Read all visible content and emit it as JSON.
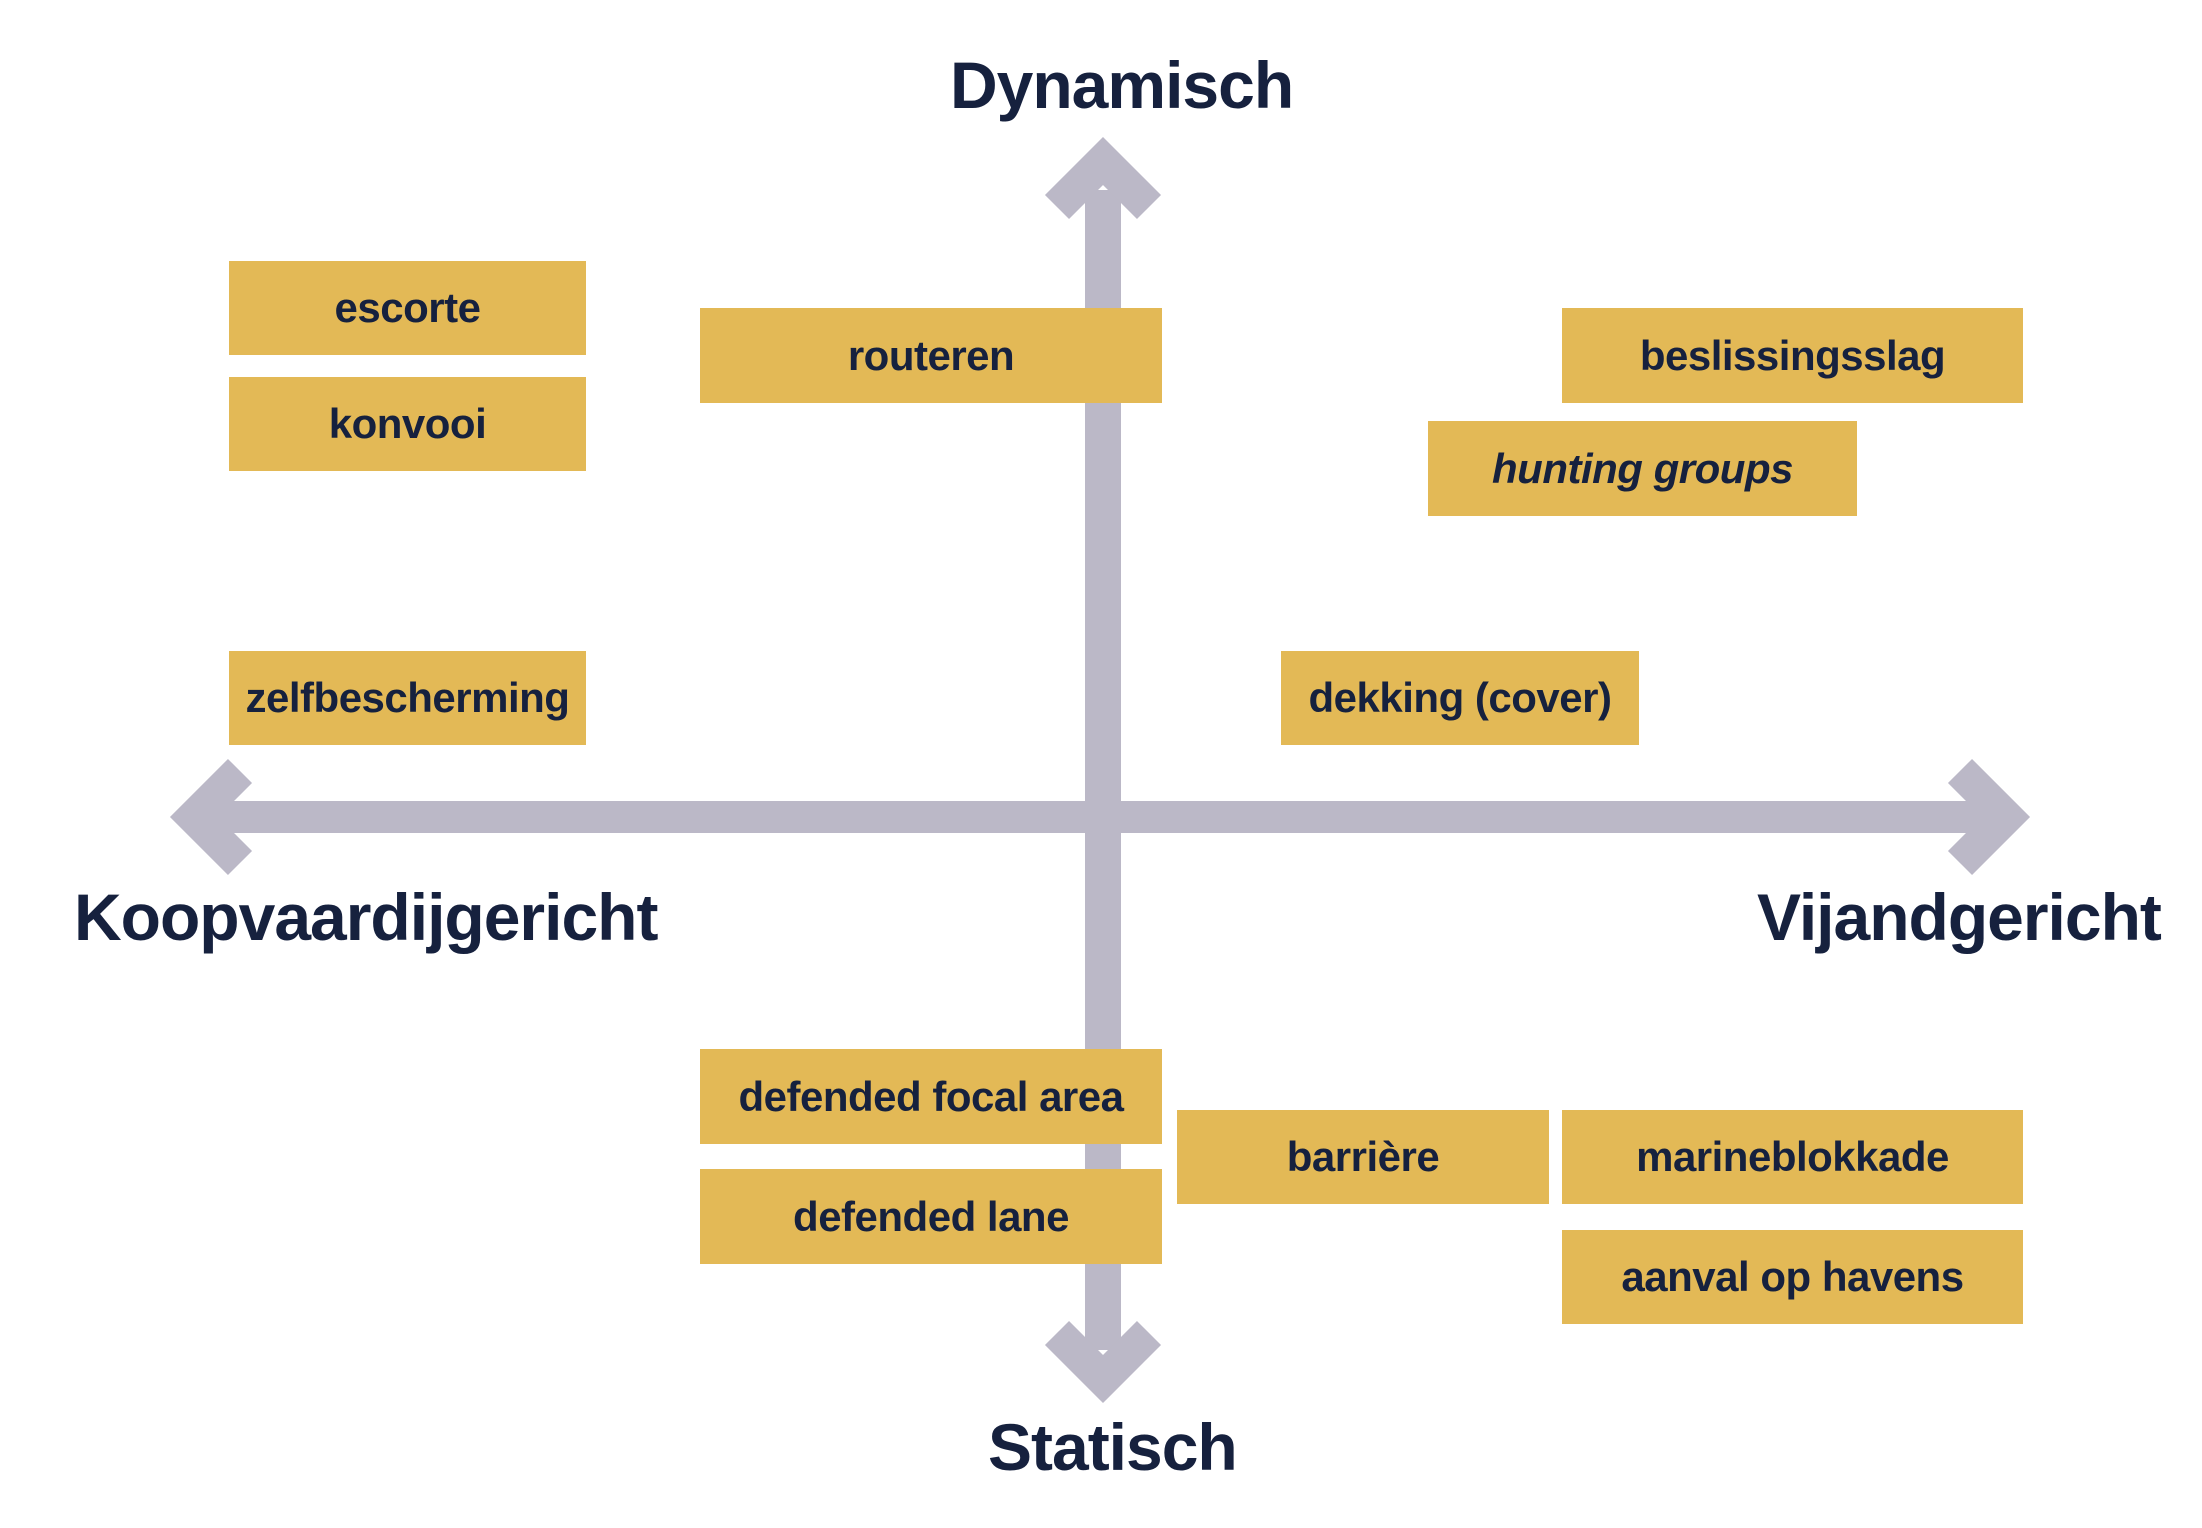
{
  "axes": {
    "top": "Dynamisch",
    "bottom": "Statisch",
    "left": "Koopvaardijgericht",
    "right": "Vijandgericht"
  },
  "boxes": [
    {
      "label": "escorte"
    },
    {
      "label": "konvooi"
    },
    {
      "label": "routeren"
    },
    {
      "label": "beslissingsslag"
    },
    {
      "label": "hunting groups"
    },
    {
      "label": "zelfbescherming"
    },
    {
      "label": "dekking (cover)"
    },
    {
      "label": "defended focal area"
    },
    {
      "label": "defended lane"
    },
    {
      "label": "barrière"
    },
    {
      "label": "marineblokkade"
    },
    {
      "label": "aanval op havens"
    }
  ],
  "colors": {
    "box": "#e3b956",
    "text": "#16213e",
    "axis": "#bbb8c7"
  }
}
